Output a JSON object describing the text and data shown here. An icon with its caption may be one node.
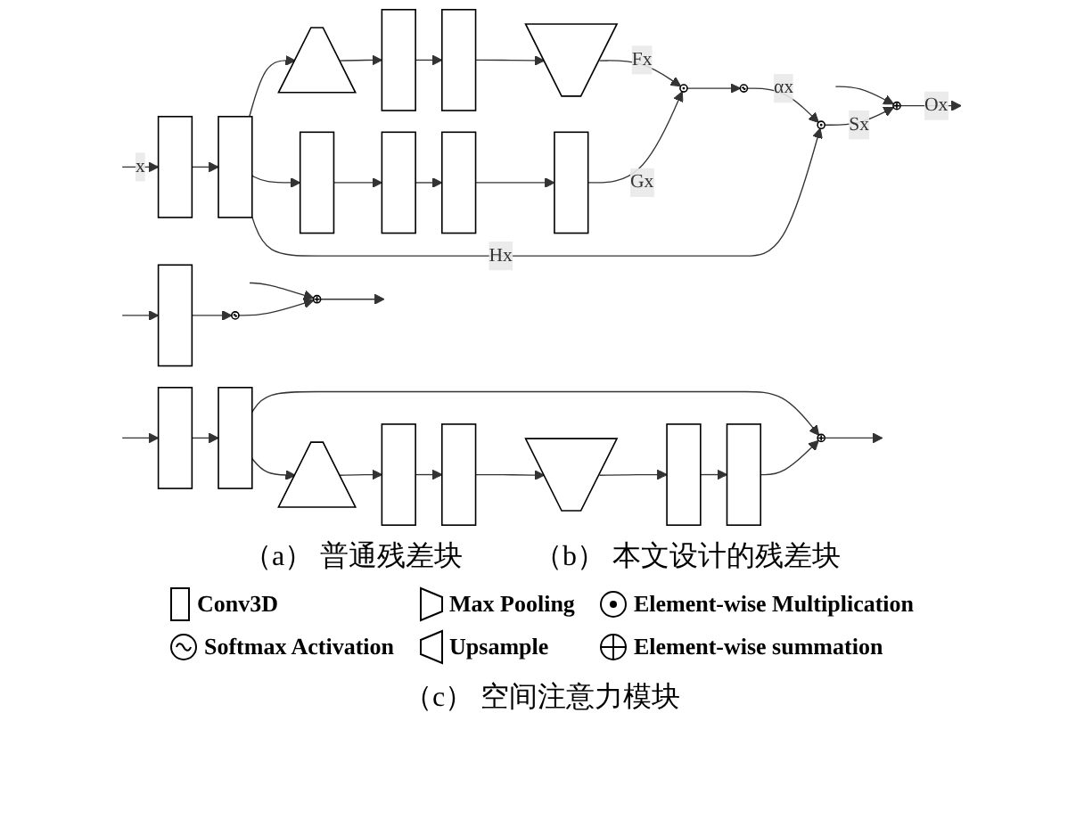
{
  "diagram": {
    "caption": "（c） 空间注意力模块",
    "nodes": [
      {
        "text": [],
        "shape": "box"
      },
      {
        "text": [],
        "shape": "circle"
      },
      {
        "text": [],
        "shape": "circle"
      },
      {
        "text": [],
        "shape": "box"
      },
      {
        "text": [],
        "shape": "box"
      },
      {
        "text": [],
        "shape": "trapezoid"
      },
      {
        "text": [],
        "shape": "box"
      },
      {
        "text": [],
        "shape": "box"
      },
      {
        "text": [],
        "shape": "trapezoid"
      },
      {
        "text": [],
        "shape": "box"
      },
      {
        "text": [],
        "shape": "box"
      },
      {
        "text": [],
        "shape": "circle"
      },
      {
        "text": [],
        "shape": "box"
      },
      {
        "text": [],
        "shape": "box"
      },
      {
        "text": [],
        "shape": "trapezoid"
      },
      {
        "text": [],
        "shape": "box"
      },
      {
        "text": [],
        "shape": "box"
      },
      {
        "text": [],
        "shape": "trapezoid"
      },
      {
        "text": [],
        "shape": "box"
      },
      {
        "text": [],
        "shape": "box"
      },
      {
        "text": [],
        "shape": "box"
      },
      {
        "text": [],
        "shape": "box"
      },
      {
        "text": [],
        "shape": "circle"
      },
      {
        "text": [],
        "shape": "circle"
      },
      {
        "text": [],
        "shape": "circle"
      },
      {
        "text": [],
        "shape": "circle"
      }
    ],
    "edges": [
      {
        "from": null,
        "to": 0,
        "arrow": "to"
      },
      {
        "from": null,
        "to": 2,
        "arrow": "to"
      },
      {
        "from": 0,
        "to": 1,
        "arrow": "to"
      },
      {
        "from": 1,
        "to": 2,
        "arrow": "to"
      },
      {
        "from": 2,
        "to": null,
        "arrow": "to"
      },
      {
        "from": null,
        "to": 3,
        "arrow": "to"
      },
      {
        "from": 3,
        "to": 4,
        "arrow": "to"
      },
      {
        "from": 4,
        "to": 5,
        "arrow": "to"
      },
      {
        "from": 4,
        "to": 11,
        "arrow": "to"
      },
      {
        "from": 5,
        "to": 6,
        "arrow": "to"
      },
      {
        "from": 6,
        "to": 7,
        "arrow": "to"
      },
      {
        "from": 7,
        "to": 8,
        "arrow": "to"
      },
      {
        "from": 8,
        "to": 9,
        "arrow": "to"
      },
      {
        "from": 9,
        "to": 10,
        "arrow": "to"
      },
      {
        "from": 10,
        "to": 11,
        "arrow": "to"
      },
      {
        "from": 11,
        "to": null,
        "arrow": "to"
      },
      {
        "from": null,
        "to": 12,
        "arrow": "to",
        "label": "x"
      },
      {
        "from": null,
        "to": 25,
        "arrow": "to"
      },
      {
        "from": 12,
        "to": 13,
        "arrow": "to"
      },
      {
        "from": 13,
        "to": 14,
        "arrow": "to"
      },
      {
        "from": 13,
        "to": 18,
        "arrow": "to"
      },
      {
        "from": 14,
        "to": 15,
        "arrow": "to"
      },
      {
        "from": 15,
        "to": 16,
        "arrow": "to"
      },
      {
        "from": 16,
        "to": 17,
        "arrow": "to"
      },
      {
        "from": 17,
        "to": 22,
        "arrow": "to",
        "label": "Fx"
      },
      {
        "from": 18,
        "to": 19,
        "arrow": "to"
      },
      {
        "from": 19,
        "to": 20,
        "arrow": "to"
      },
      {
        "from": 20,
        "to": 21,
        "arrow": "to"
      },
      {
        "from": 21,
        "to": 22,
        "arrow": "to",
        "label": "Gx"
      },
      {
        "from": 22,
        "to": 23,
        "arrow": "to"
      },
      {
        "from": 23,
        "to": 24,
        "arrow": "to",
        "label": "αx"
      },
      {
        "from": 13,
        "to": 24,
        "arrow": "to",
        "label": "Hx"
      },
      {
        "from": 24,
        "to": 25,
        "arrow": "to",
        "label": "Sx"
      },
      {
        "from": 25,
        "to": null,
        "arrow": "to",
        "label": "Ox"
      }
    ],
    "labels": [
      "（a） 普通残差块",
      "（b） 本文设计的残差块"
    ],
    "legend": [
      {
        "text": "Conv3D"
      },
      {
        "text": "Max Pooling"
      },
      {
        "text": "Element-wise Multiplication"
      },
      {
        "text": "Softmax Activation"
      },
      {
        "text": "Upsample"
      },
      {
        "text": "Element-wise summation"
      }
    ]
  }
}
